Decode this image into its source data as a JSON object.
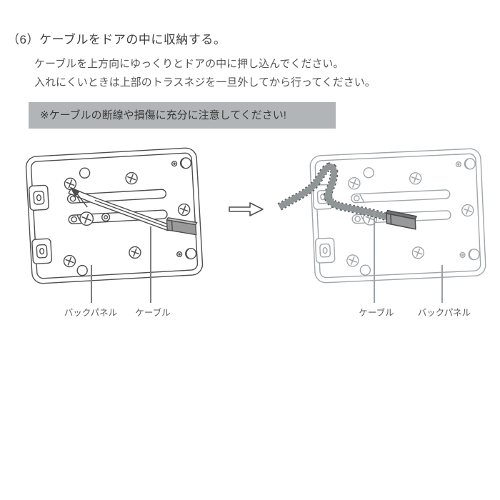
{
  "document": {
    "step_heading": "（6）ケーブルをドアの中に収納する。",
    "instructions": [
      "ケーブルを上方向にゆっくりとドアの中に押し込んでください。",
      "入れにくいときは上部のトラスネジを一旦外してから行ってください。"
    ],
    "caution_note": "※ケーブルの断線や損傷に充分に注意してください!"
  },
  "figure": {
    "before": {
      "back_panel_label": "バックパネル",
      "cable_label": "ケーブル"
    },
    "after": {
      "cable_label": "ケーブル",
      "back_panel_label": "バックパネル"
    },
    "transform_arrow_icon": "right-outline-arrow"
  },
  "colors": {
    "caution_background": "#b2b5b7",
    "diagram_line_dark": "#4e4e4e",
    "diagram_line_light": "#a0a5a8",
    "cable_gray": "#909698",
    "text_gray": "#565656"
  }
}
